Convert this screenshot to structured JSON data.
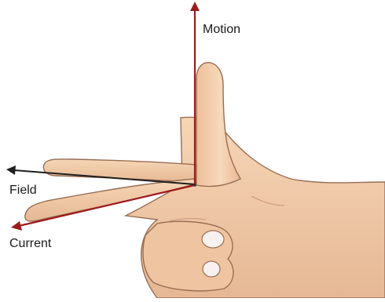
{
  "labels": {
    "motion": "Motion",
    "field": "Field",
    "current": "Current"
  },
  "colors": {
    "skin": "#f2cca8",
    "skin_shadow": "#dba889",
    "outline": "#9a6e55",
    "nail": "#f7f1ef",
    "motion_arrow": "#9c1c1c",
    "field_arrow": "#1f1f1f",
    "current_arrow": "#9c1c1c"
  },
  "icons": {
    "figure": "left-hand-rule-hand",
    "arrows": "direction-arrow"
  }
}
